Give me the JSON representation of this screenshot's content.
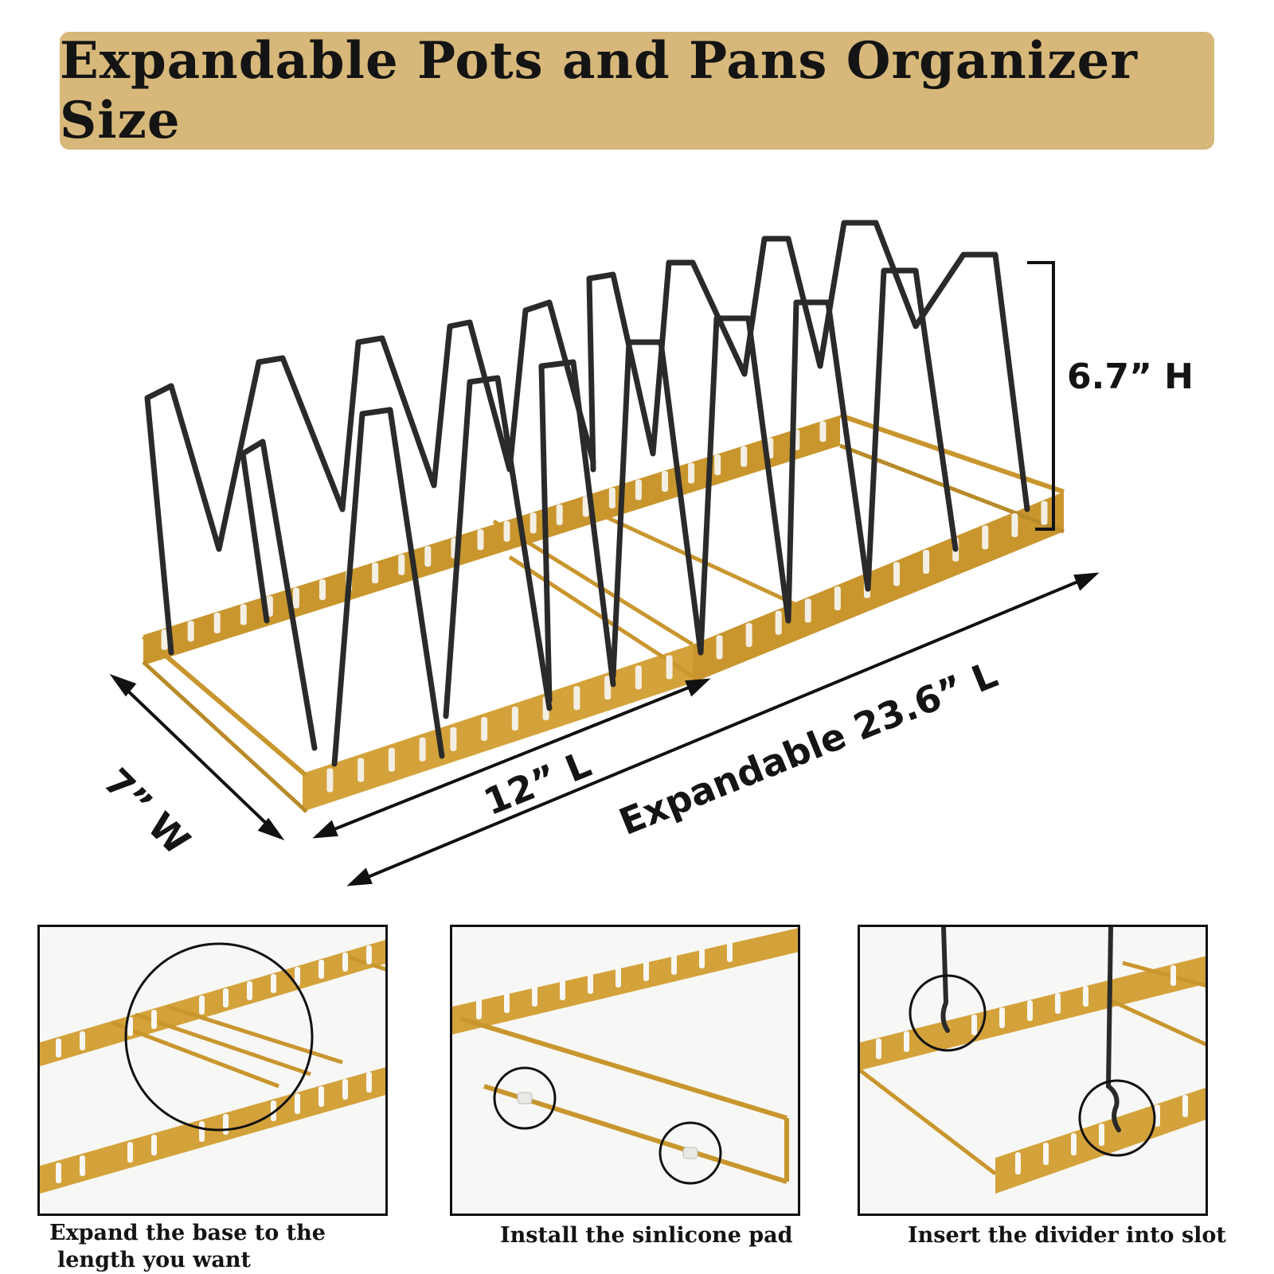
{
  "title": "Expandable Pots and Pans Organizer Size",
  "dimensions": {
    "height": "6.7” H",
    "width": "7” W",
    "length": "12” L",
    "expandable_length": "Expandable 23.6” L"
  },
  "panels": [
    {
      "caption_line1": "Expand the base to the",
      "caption_line2": "length you want"
    },
    {
      "caption": "Install the sinlicone pad"
    },
    {
      "caption": "Insert the divider into slot"
    }
  ],
  "colors": {
    "banner": "#d7b87a",
    "gold": "#c9962e",
    "wire": "#2a2a2a"
  }
}
